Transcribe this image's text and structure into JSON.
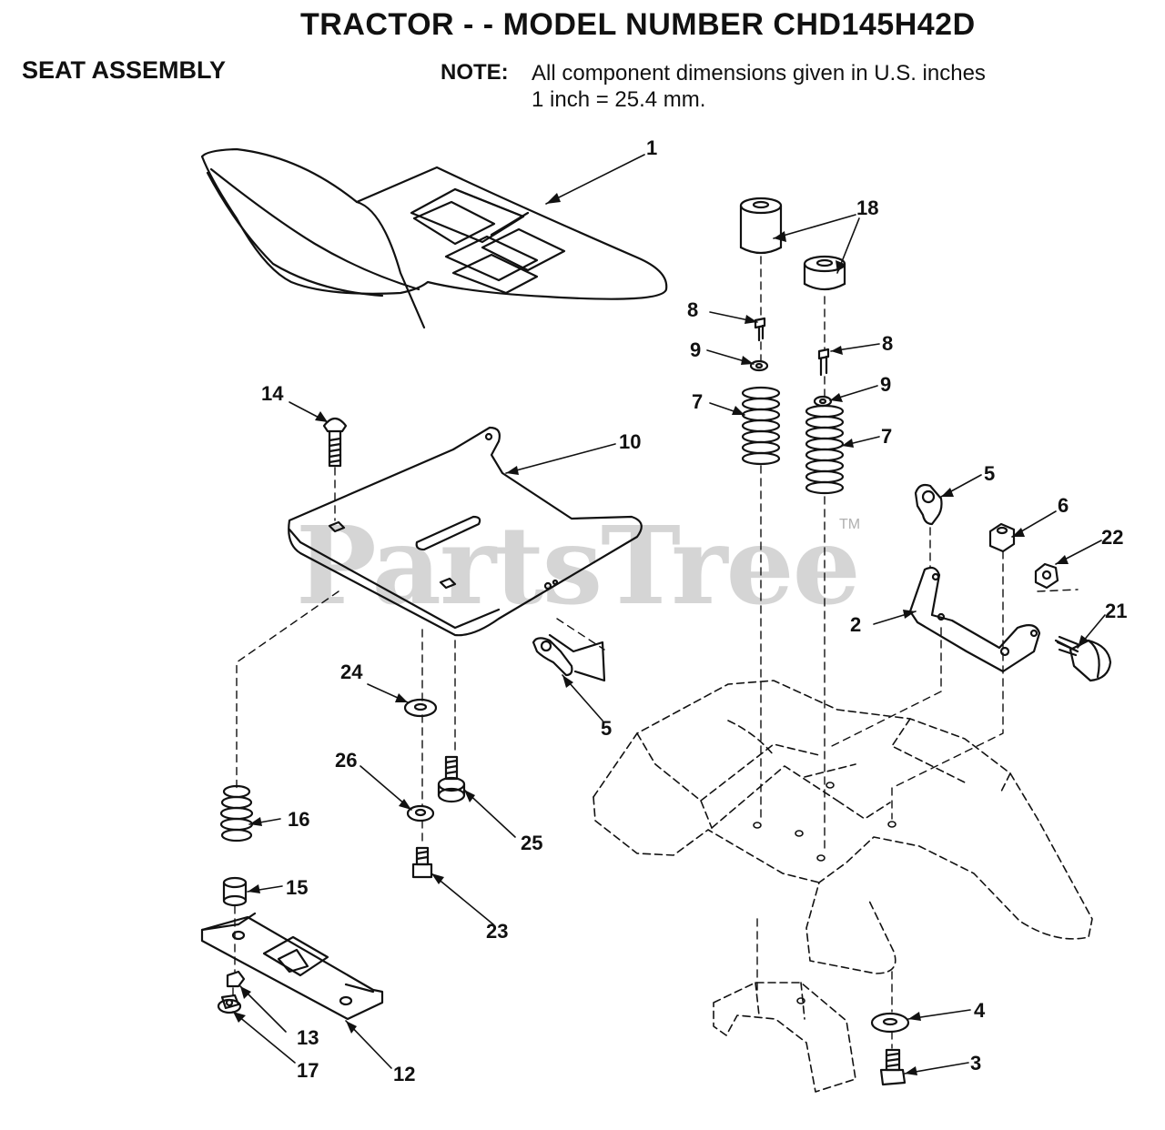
{
  "header": {
    "title": "TRACTOR - - MODEL NUMBER CHD145H42D",
    "section": "SEAT ASSEMBLY",
    "note_label": "NOTE:",
    "note_line1": "All component dimensions given in U.S. inches",
    "note_line2": "1 inch = 25.4 mm."
  },
  "watermark": {
    "text": "PartsTree",
    "tm": "TM"
  },
  "parts": [
    {
      "id": "p1",
      "label": "1"
    },
    {
      "id": "p18",
      "label": "18"
    },
    {
      "id": "p8a",
      "label": "8"
    },
    {
      "id": "p8b",
      "label": "8"
    },
    {
      "id": "p9a",
      "label": "9"
    },
    {
      "id": "p9b",
      "label": "9"
    },
    {
      "id": "p7a",
      "label": "7"
    },
    {
      "id": "p7b",
      "label": "7"
    },
    {
      "id": "p14",
      "label": "14"
    },
    {
      "id": "p10",
      "label": "10"
    },
    {
      "id": "p5a",
      "label": "5"
    },
    {
      "id": "p6",
      "label": "6"
    },
    {
      "id": "p22",
      "label": "22"
    },
    {
      "id": "p21",
      "label": "21"
    },
    {
      "id": "p2",
      "label": "2"
    },
    {
      "id": "p24",
      "label": "24"
    },
    {
      "id": "p5b",
      "label": "5"
    },
    {
      "id": "p26",
      "label": "26"
    },
    {
      "id": "p25",
      "label": "25"
    },
    {
      "id": "p16",
      "label": "16"
    },
    {
      "id": "p15",
      "label": "15"
    },
    {
      "id": "p23",
      "label": "23"
    },
    {
      "id": "p13",
      "label": "13"
    },
    {
      "id": "p17",
      "label": "17"
    },
    {
      "id": "p12",
      "label": "12"
    },
    {
      "id": "p4",
      "label": "4"
    },
    {
      "id": "p3",
      "label": "3"
    }
  ]
}
